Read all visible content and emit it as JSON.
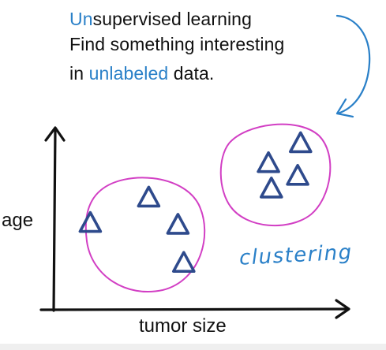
{
  "heading": {
    "line1_accent": "Un",
    "line1_rest": "supervised learning",
    "line2": "Find something interesting",
    "line3_prefix": "in ",
    "line3_accent": "unlabeled",
    "line3_suffix": " data."
  },
  "axes": {
    "ylabel": "age",
    "xlabel": "tumor size"
  },
  "annotation": "clustering",
  "colors": {
    "accent_blue": "#2a80c8",
    "cluster_ring": "#d23fc4",
    "marker": "#2e4a8c",
    "axis": "#111111"
  },
  "marker_shape": "triangle-outline",
  "clusters": [
    {
      "points": [
        {
          "x": 0.32,
          "y": 0.62
        },
        {
          "x": 0.12,
          "y": 0.48
        },
        {
          "x": 0.42,
          "y": 0.47
        },
        {
          "x": 0.44,
          "y": 0.26
        }
      ]
    },
    {
      "points": [
        {
          "x": 0.84,
          "y": 0.92
        },
        {
          "x": 0.73,
          "y": 0.81
        },
        {
          "x": 0.83,
          "y": 0.74
        },
        {
          "x": 0.74,
          "y": 0.67
        }
      ]
    }
  ]
}
